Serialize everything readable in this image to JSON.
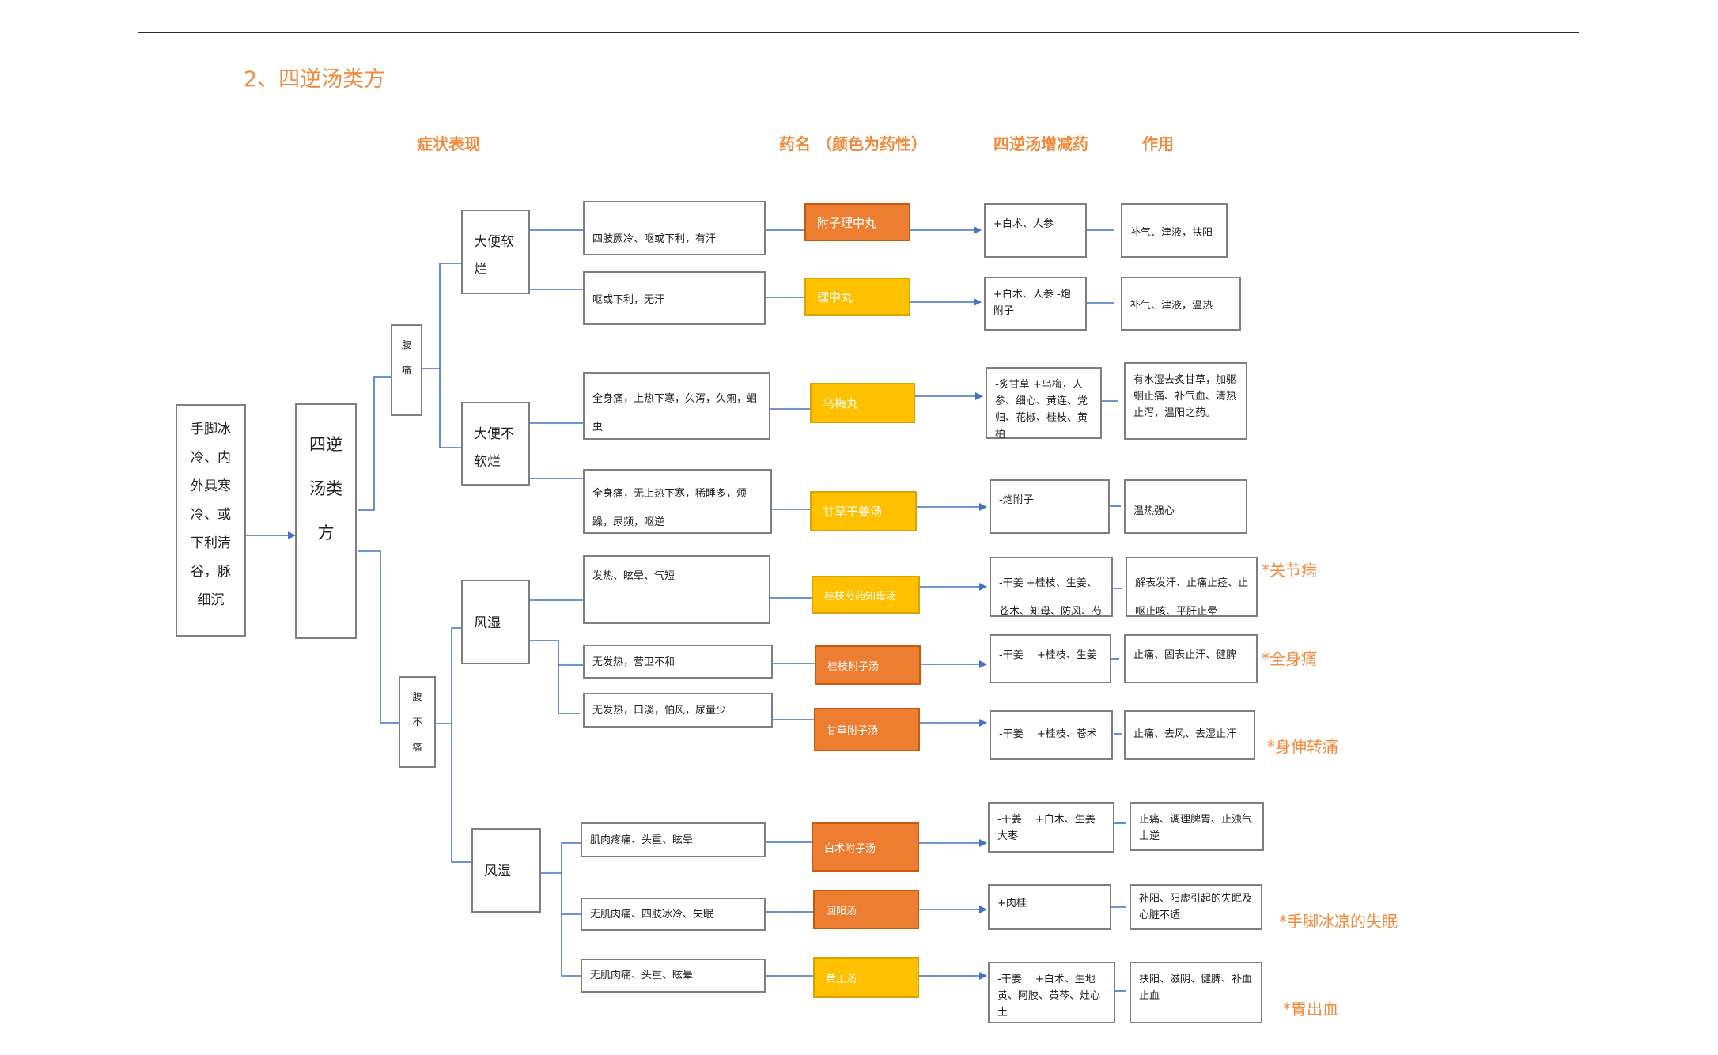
{
  "page": {
    "section_title": "2、四逆汤类方",
    "col_symptom": "症状表现",
    "col_drug": "药名 （颜色为药性）",
    "col_modify": "四逆汤增减药",
    "col_effect": "作用"
  },
  "root": {
    "symptoms": "手脚冰冷、内外具寒冷、或下利清谷，脉细沉",
    "formula": "四逆汤类方"
  },
  "branches": {
    "belly_pain": "腹痛",
    "no_belly_pain": "腹不痛",
    "loose_stool": "大便软烂",
    "not_loose_stool": "大便不软烂",
    "wind_damp_1": "风湿",
    "wind_damp_2": "风湿"
  },
  "rows": [
    {
      "symptom": "四肢厥冷、呕或下利，有汗",
      "drug": "附子理中丸",
      "drug_color": "#ed7d31",
      "modify": "+白术、人参",
      "effect": "补气、津液，扶阳",
      "note": ""
    },
    {
      "symptom": "呕或下利，无汗",
      "drug": "理中丸",
      "drug_color": "#ffc000",
      "modify": "+白术、人参 -炮附子",
      "effect": "补气、津液，温热",
      "note": ""
    },
    {
      "symptom": "全身痛，上热下寒，久泻，久痢，蛔虫",
      "drug": "乌梅丸",
      "drug_color": "#ffc000",
      "modify": "-炙甘草 +乌梅，人参、细心、黄连、党归、花椒、桂枝、黄柏",
      "effect": "有水湿去炙甘草，加驱蛔止痛、补气血、清热止泻，温阳之药。",
      "note": ""
    },
    {
      "symptom": "全身痛，无上热下寒，稀睡多，烦躁，尿频，呕逆",
      "drug": "甘草干姜汤",
      "drug_color": "#ffc000",
      "modify": "-炮附子",
      "effect": "温热强心",
      "note": ""
    },
    {
      "symptom": "发热、眩晕、气短",
      "drug": "桂枝芍药知母汤",
      "drug_color": "#ffc000",
      "modify": "-干姜 +桂枝、生姜、苍术、知母、防风、芍",
      "effect": "解表发汗、止痛止痉、止呕止咳、平肝止晕",
      "note": "*关节病"
    },
    {
      "symptom": "无发热，营卫不和",
      "drug": "桂枝附子汤",
      "drug_color": "#ed7d31",
      "modify": "-干姜 　+桂枝、生姜",
      "effect": "止痛、固表止汗、健脾",
      "note": "*全身痛"
    },
    {
      "symptom": "无发热，口淡，怕风，尿量少",
      "drug": "甘草附子汤",
      "drug_color": "#ed7d31",
      "modify": "-干姜 　+桂枝、苍术",
      "effect": "止痛、去风、去湿止汗",
      "note": "*身伸转痛"
    },
    {
      "symptom": "肌肉疼痛、头重、眩晕",
      "drug": "白术附子汤",
      "drug_color": "#ed7d31",
      "modify": "-干姜 　+白术、生姜大枣",
      "effect": "止痛、调理脾胃、止浊气上逆",
      "note": ""
    },
    {
      "symptom": "无肌肉痛、四肢冰冷、失眠",
      "drug": "回阳汤",
      "drug_color": "#ed7d31",
      "modify": "+肉桂",
      "effect": "补阳、阳虚引起的失眠及心脏不适",
      "note": "*手脚冰凉的失眠"
    },
    {
      "symptom": "无肌肉痛、头重、眩晕",
      "drug": "黄土汤",
      "drug_color": "#ffc000",
      "modify": "-干姜 　+白术、生地黄、阿胶、黄芩、灶心土",
      "effect": "扶阳、滋阴、健脾、补血止血",
      "note": "*胃出血"
    }
  ],
  "colors": {
    "accent": "#f08a3c",
    "orange": "#ed7d31",
    "yellow": "#ffc000",
    "connector": "#4472c4",
    "border": "#7f7f7f"
  }
}
